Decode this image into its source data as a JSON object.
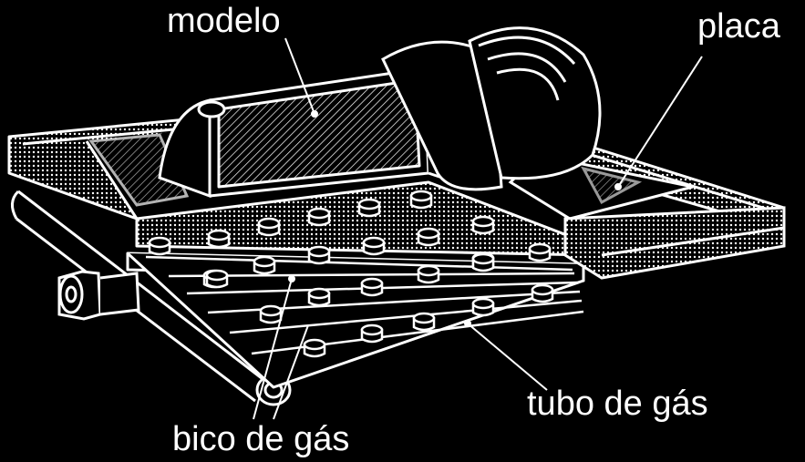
{
  "labels": {
    "modelo": "modelo",
    "placa": "placa",
    "tubo": "tubo de gás",
    "bico": "bico de gás"
  },
  "colors": {
    "background": "#000000",
    "ink": "#ffffff"
  }
}
